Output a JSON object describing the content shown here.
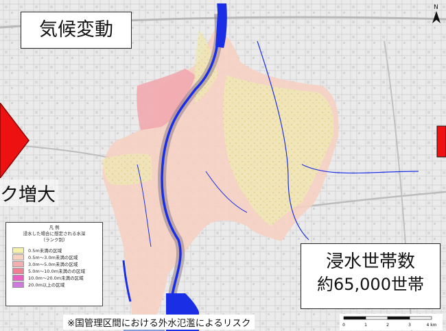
{
  "title": "気候変動",
  "risk_fragment": "ク増大",
  "household": {
    "label": "浸水世帯数",
    "value": "約65,000世帯"
  },
  "legend": {
    "title": "凡 例",
    "subtitle": "浸水した場合に想定される水深",
    "subtitle2": "（ランク別）",
    "items": [
      {
        "label": "0.5m未満の区域",
        "color": "#f5f2a8"
      },
      {
        "label": "0.5m〜3.0m未満の区域",
        "color": "#f8d2c0"
      },
      {
        "label": "3.0m〜5.0m未満の区域",
        "color": "#f4aeb0"
      },
      {
        "label": "5.0m〜10.0m未満のの区域",
        "color": "#f07f93"
      },
      {
        "label": "10.0m〜20.0m未満の区域",
        "color": "#ea5fc2"
      },
      {
        "label": "20.0m以上の区域",
        "color": "#cf78dd"
      }
    ]
  },
  "note": "※国管理区間における外水氾濫によるリスク",
  "scale": {
    "ticks": [
      "0",
      "1",
      "2",
      "3",
      "4"
    ],
    "unit": "km"
  },
  "north_label": "N",
  "colors": {
    "river": "#1a2ee6",
    "arrow": "#ee1111",
    "base_map": "#e9e9e9"
  }
}
